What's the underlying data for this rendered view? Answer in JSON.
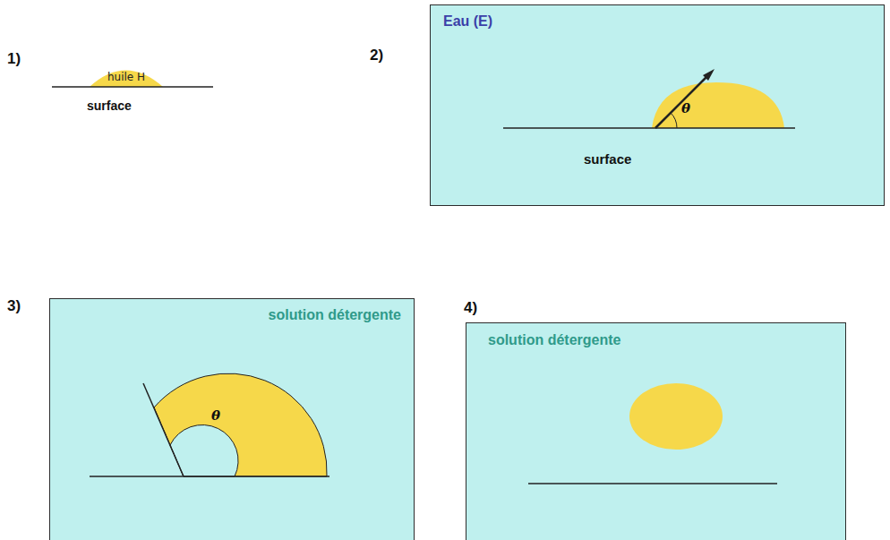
{
  "diagram": {
    "nodes": [
      {
        "text": [
          "huile H"
        ]
      },
      {
        "text": [
          "Eau (E)"
        ]
      },
      {
        "text": [
          "solution détergente"
        ]
      },
      {
        "text": [
          "solution détergente"
        ]
      }
    ],
    "labels": [
      "1)",
      "surface",
      "2)",
      "θ",
      "surface",
      "3)",
      "θ",
      "4)"
    ]
  }
}
